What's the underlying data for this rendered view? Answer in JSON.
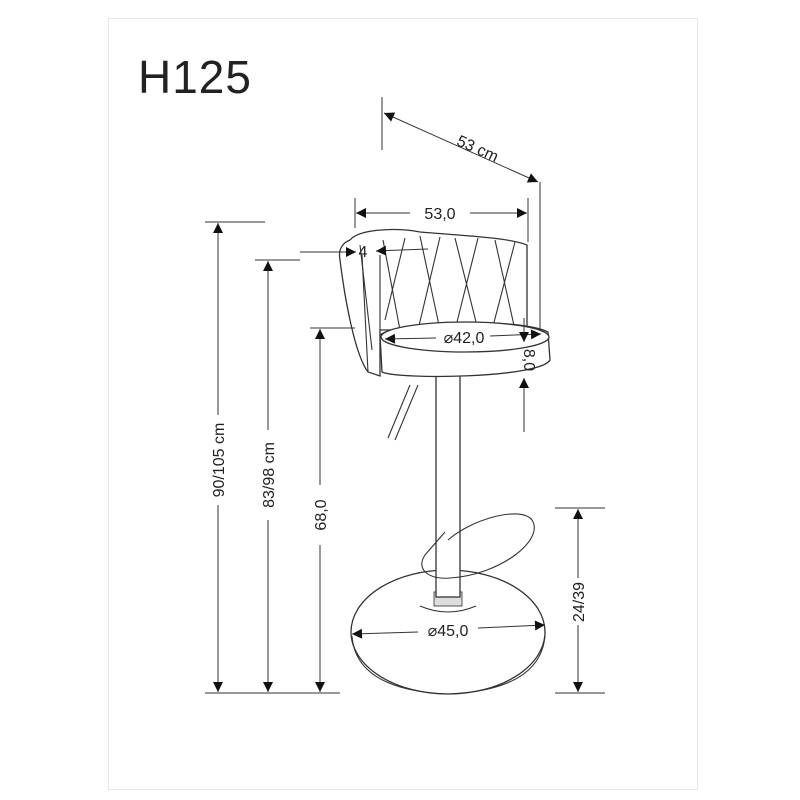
{
  "title": "H125",
  "dimensions": {
    "depth": "53 cm",
    "width": "53,0",
    "back_thickness": "4",
    "seat_diameter": "⌀42,0",
    "seat_thickness": "8,0",
    "total_height": "90/105 cm",
    "armrest_height": "83/98 cm",
    "seat_height": "68,0",
    "footrest_height": "24/39",
    "base_diameter": "⌀45,0"
  }
}
